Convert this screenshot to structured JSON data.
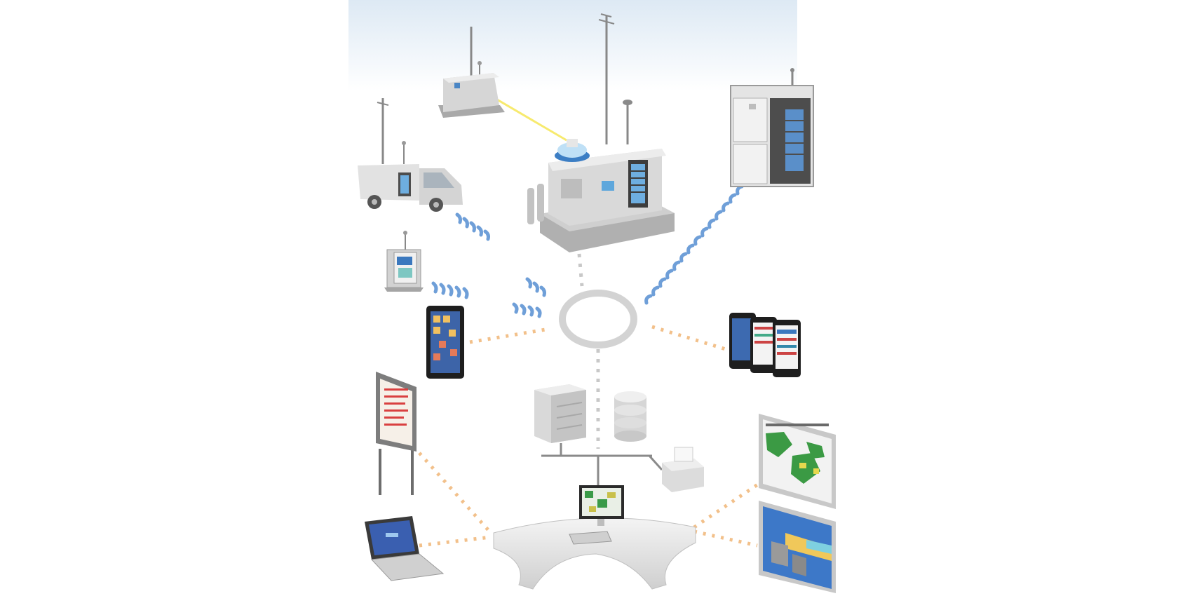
{
  "diagram": {
    "center_node": "network-hub-ring",
    "nodes": [
      {
        "id": "shelter-small",
        "kind": "monitoring-shelter-small"
      },
      {
        "id": "main-station",
        "kind": "monitoring-station-building"
      },
      {
        "id": "cabinet-station",
        "kind": "outdoor-analyzer-cabinet"
      },
      {
        "id": "mobile-van",
        "kind": "mobile-monitoring-van"
      },
      {
        "id": "kiosk",
        "kind": "compact-monitoring-kiosk"
      },
      {
        "id": "tablet",
        "kind": "tablet-device"
      },
      {
        "id": "phones",
        "kind": "smartphones"
      },
      {
        "id": "display-board",
        "kind": "led-display-board"
      },
      {
        "id": "server",
        "kind": "server-computer"
      },
      {
        "id": "database",
        "kind": "database"
      },
      {
        "id": "printer",
        "kind": "printer"
      },
      {
        "id": "workstation",
        "kind": "operator-workstation"
      },
      {
        "id": "laptop",
        "kind": "laptop"
      },
      {
        "id": "map-screen",
        "kind": "gis-map-display"
      },
      {
        "id": "model-screen",
        "kind": "3d-model-display"
      }
    ],
    "link_styles": {
      "wireless": "#6f9fd8",
      "wired": "#f2c08a",
      "backbone": "#c8c8c8"
    }
  }
}
